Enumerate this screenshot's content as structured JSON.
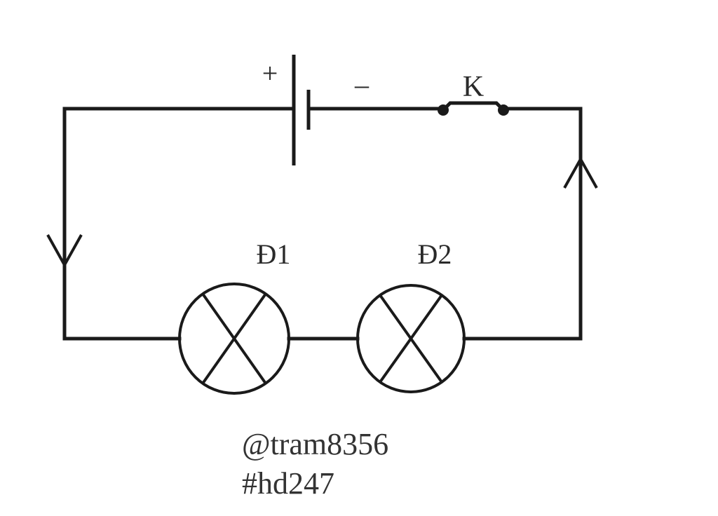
{
  "battery": {
    "plus_sign": "+",
    "minus_sign": "–"
  },
  "switch": {
    "label": "K"
  },
  "lamps": [
    {
      "label": "Đ1"
    },
    {
      "label": "Đ2"
    }
  ],
  "watermark": {
    "user": "@tram8356",
    "tag": "#hd247"
  }
}
